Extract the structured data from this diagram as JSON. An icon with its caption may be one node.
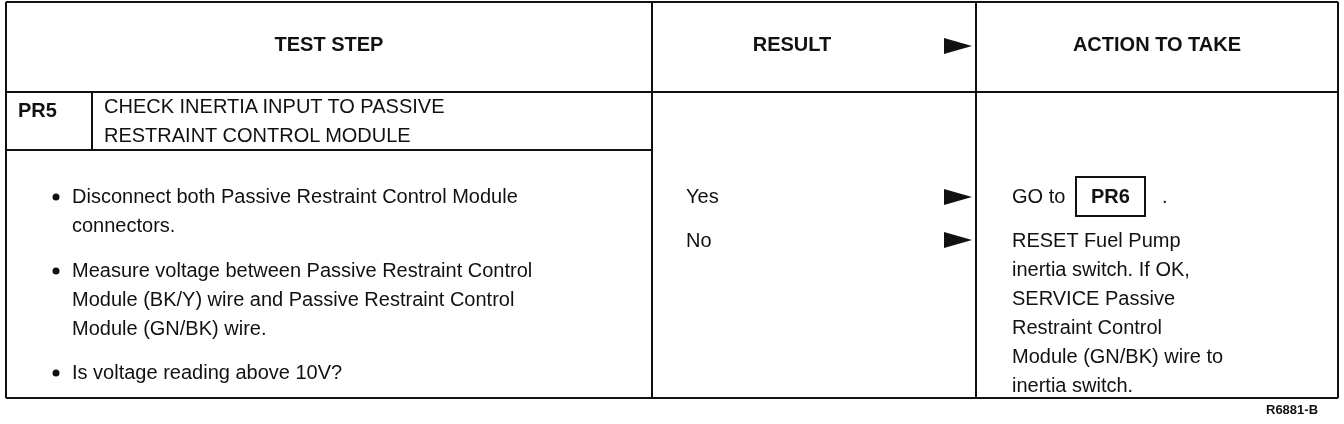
{
  "diagram": {
    "labels": [
      "TEST STEP",
      "RESULT",
      "ACTION TO TAKE",
      "PR5",
      "CHECK INERTIA INPUT TO PASSIVE RESTRAINT CONTROL MODULE",
      "Disconnect both Passive Restraint Control Module connectors.",
      "Measure voltage between Passive Restraint Control Module (BK/Y) wire and Passive Restraint Control Module (GN/BK) wire.",
      "Is voltage reading above 10V?",
      "Yes",
      "No",
      "GO to",
      "PR6",
      ".",
      "RESET Fuel Pump inertia switch. If OK, SERVICE Passive Restraint Control Module (GN/BK) wire to inertia switch.",
      "R6881-B"
    ]
  }
}
